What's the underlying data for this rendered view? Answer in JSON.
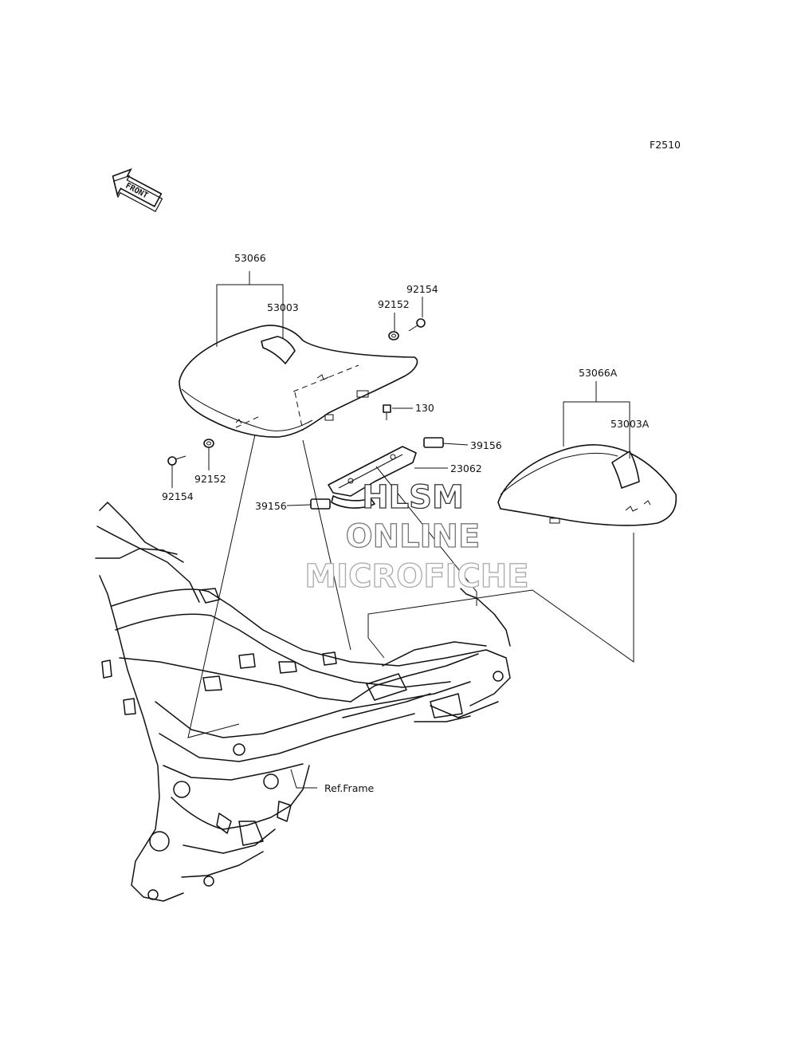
{
  "diagram": {
    "figure_code": "F2510",
    "front_arrow_text": "FRONT",
    "labels": {
      "seat_assy": "53066",
      "seat_cover": "53003",
      "bolt_top": "92154",
      "collar_top": "92152",
      "bolt_130": "130",
      "damper_right": "39156",
      "bracket": "23062",
      "damper_left": "39156",
      "collar_left": "92152",
      "bolt_left": "92154",
      "rear_seat_assy": "53066A",
      "rear_seat_cover": "53003A",
      "ref_frame": "Ref.Frame"
    }
  },
  "watermark": {
    "line1": "HLSM",
    "line2": "ONLINE",
    "line3": "MICROFICHE",
    "colors": [
      "#333333",
      "#777777",
      "#aaaaaa"
    ]
  }
}
